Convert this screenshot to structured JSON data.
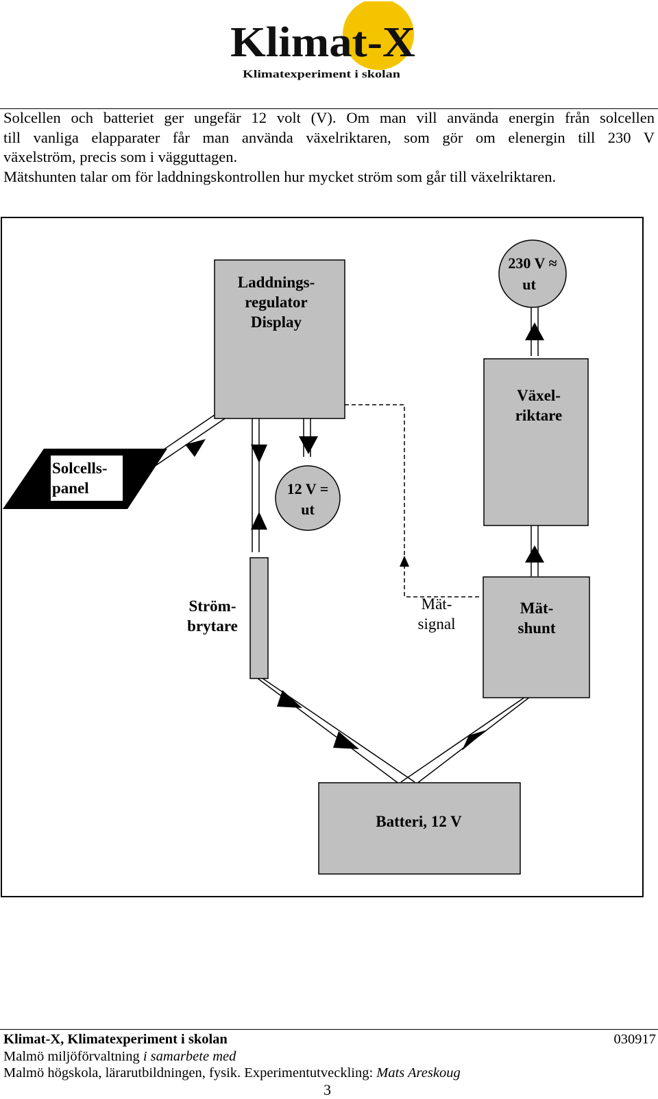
{
  "logo": {
    "title": "Klimat-X",
    "tagline": "Klimatexperiment i skolan",
    "accent": "#f5c400",
    "x_color": "#e2231a"
  },
  "intro": {
    "line1": "Solcellen och batteriet ger ungefär 12 volt (V). Om man vill använda energin från solcellen",
    "line2": "till vanliga elapparater får man använda växelriktaren, som gör om elenergin till 230 V",
    "line3": "växelström, precis som i vägguttagen.",
    "line4": "Mätshunten talar om för laddningskontrollen hur mycket ström som går till växelriktaren."
  },
  "diagram": {
    "box_fill": "#c0c0c0",
    "regulator": [
      "Laddnings-",
      "regulator",
      "Display"
    ],
    "output_230": [
      "230 V ≈",
      "ut"
    ],
    "inverter": [
      "Växel-",
      "riktare"
    ],
    "solar_panel": [
      "Solcells-",
      "panel"
    ],
    "output_12": [
      "12 V =",
      "ut"
    ],
    "switch": [
      "Ström-",
      "brytare"
    ],
    "signal": [
      "Mät-",
      "signal"
    ],
    "shunt": [
      "Mät-",
      "shunt"
    ],
    "battery": "Batteri, 12 V"
  },
  "footer": {
    "org_bold": "Klimat-X, Klimatexperiment i skolan",
    "code": "030917",
    "line2_plain": "Malmö miljöförvaltning ",
    "line2_italic": "i samarbete med",
    "line3_plain": "Malmö högskola, lärarutbildningen, fysik. Experimentutveckling: ",
    "line3_italic": "Mats Areskoug"
  },
  "page_number": "3"
}
